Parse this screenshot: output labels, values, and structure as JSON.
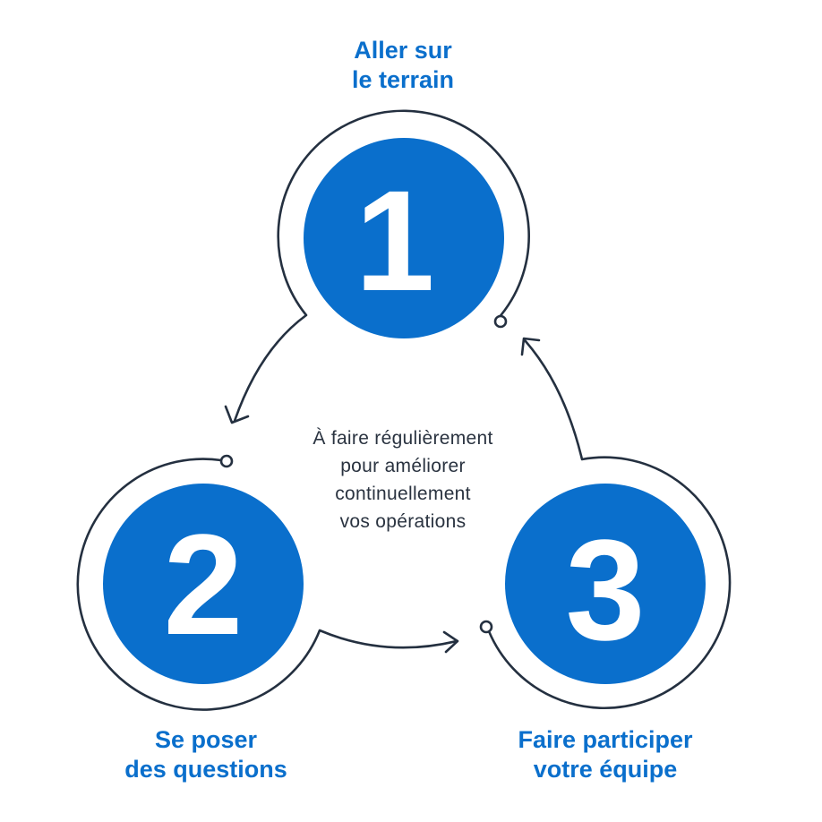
{
  "steps": [
    {
      "number": "1",
      "label_line1": "Aller sur",
      "label_line2": "le terrain"
    },
    {
      "number": "2",
      "label_line1": "Se poser",
      "label_line2": "des questions"
    },
    {
      "number": "3",
      "label_line1": "Faire participer",
      "label_line2": "votre équipe"
    }
  ],
  "center_text": [
    "À faire régulièrement",
    "pour améliorer",
    "continuellement",
    "vos opérations"
  ],
  "colors": {
    "accent": "#0a6fcc",
    "stroke": "#243040",
    "text": "#2a3340"
  }
}
